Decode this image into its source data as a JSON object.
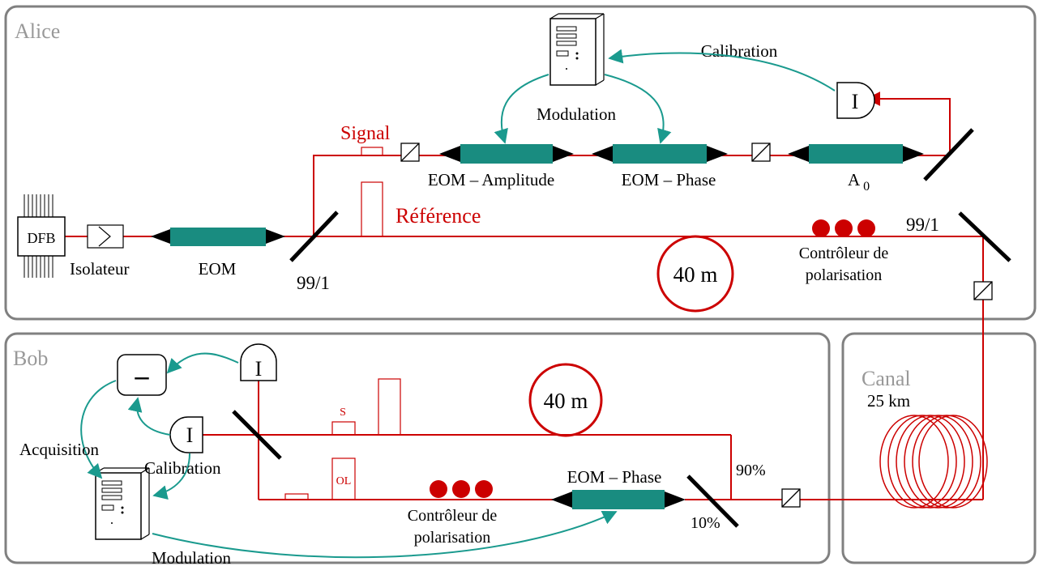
{
  "colors": {
    "fiber": "#cc0000",
    "modulator": "#198c80",
    "panel": "#808080",
    "arrow": "#1a9a8e"
  },
  "panels": {
    "alice": "Alice",
    "bob": "Bob",
    "canal": "Canal"
  },
  "alice": {
    "dfb": "DFB",
    "isolateur": "Isolateur",
    "eom": "EOM",
    "split1": "99/1",
    "split2": "99/1",
    "signal": "Signal",
    "reference": "Référence",
    "eom_amplitude": "EOM – Amplitude",
    "eom_phase": "EOM – Phase",
    "a0": "A",
    "a0_sub": "0",
    "modulation": "Modulation",
    "calibration": "Calibration",
    "detector": "I",
    "delay": "40 m",
    "pol_ctrl_1": "Contrôleur de",
    "pol_ctrl_2": "polarisation"
  },
  "canal": {
    "distance": "25 km"
  },
  "bob": {
    "minus": "–",
    "detector_top": "I",
    "detector_mid": "I",
    "acquisition": "Acquisition",
    "calibration": "Calibration",
    "modulation": "Modulation",
    "delay": "40 m",
    "s_pulse": "S",
    "ol_pulse": "OL",
    "eom_phase": "EOM – Phase",
    "pol_ctrl_1": "Contrôleur de",
    "pol_ctrl_2": "polarisation",
    "split_90": "90%",
    "split_10": "10%"
  }
}
